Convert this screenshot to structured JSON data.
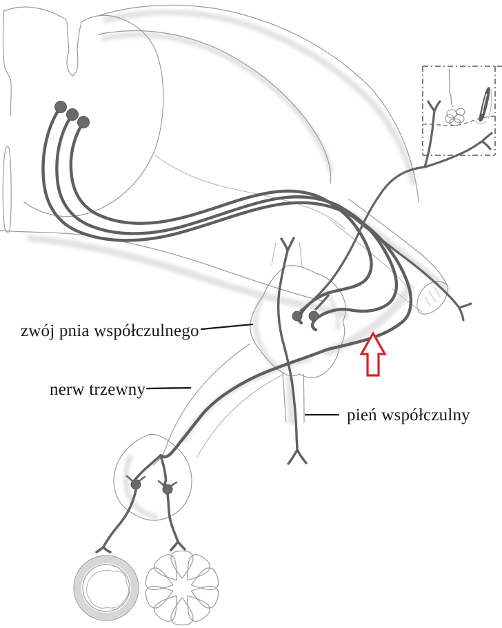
{
  "diagram": {
    "title_domain": "sympathetic nervous system pathway diagram",
    "labels": {
      "trunk_ganglion": "zwój pnia współczulnego",
      "splanchnic_nerve": "nerw trzewny",
      "sympathetic_trunk": "pień współczulny"
    },
    "annotations": {
      "red_arrow": "up-arrow-outline"
    },
    "colors": {
      "arrow_red": "#d7222a",
      "nerve_fiber_gray": "#5f5f5f",
      "outline_gray": "#9a9a9a",
      "shading_gray": "#e3e3e3",
      "label_text": "#161616",
      "vessel_wall": "#d6d6d6"
    }
  }
}
